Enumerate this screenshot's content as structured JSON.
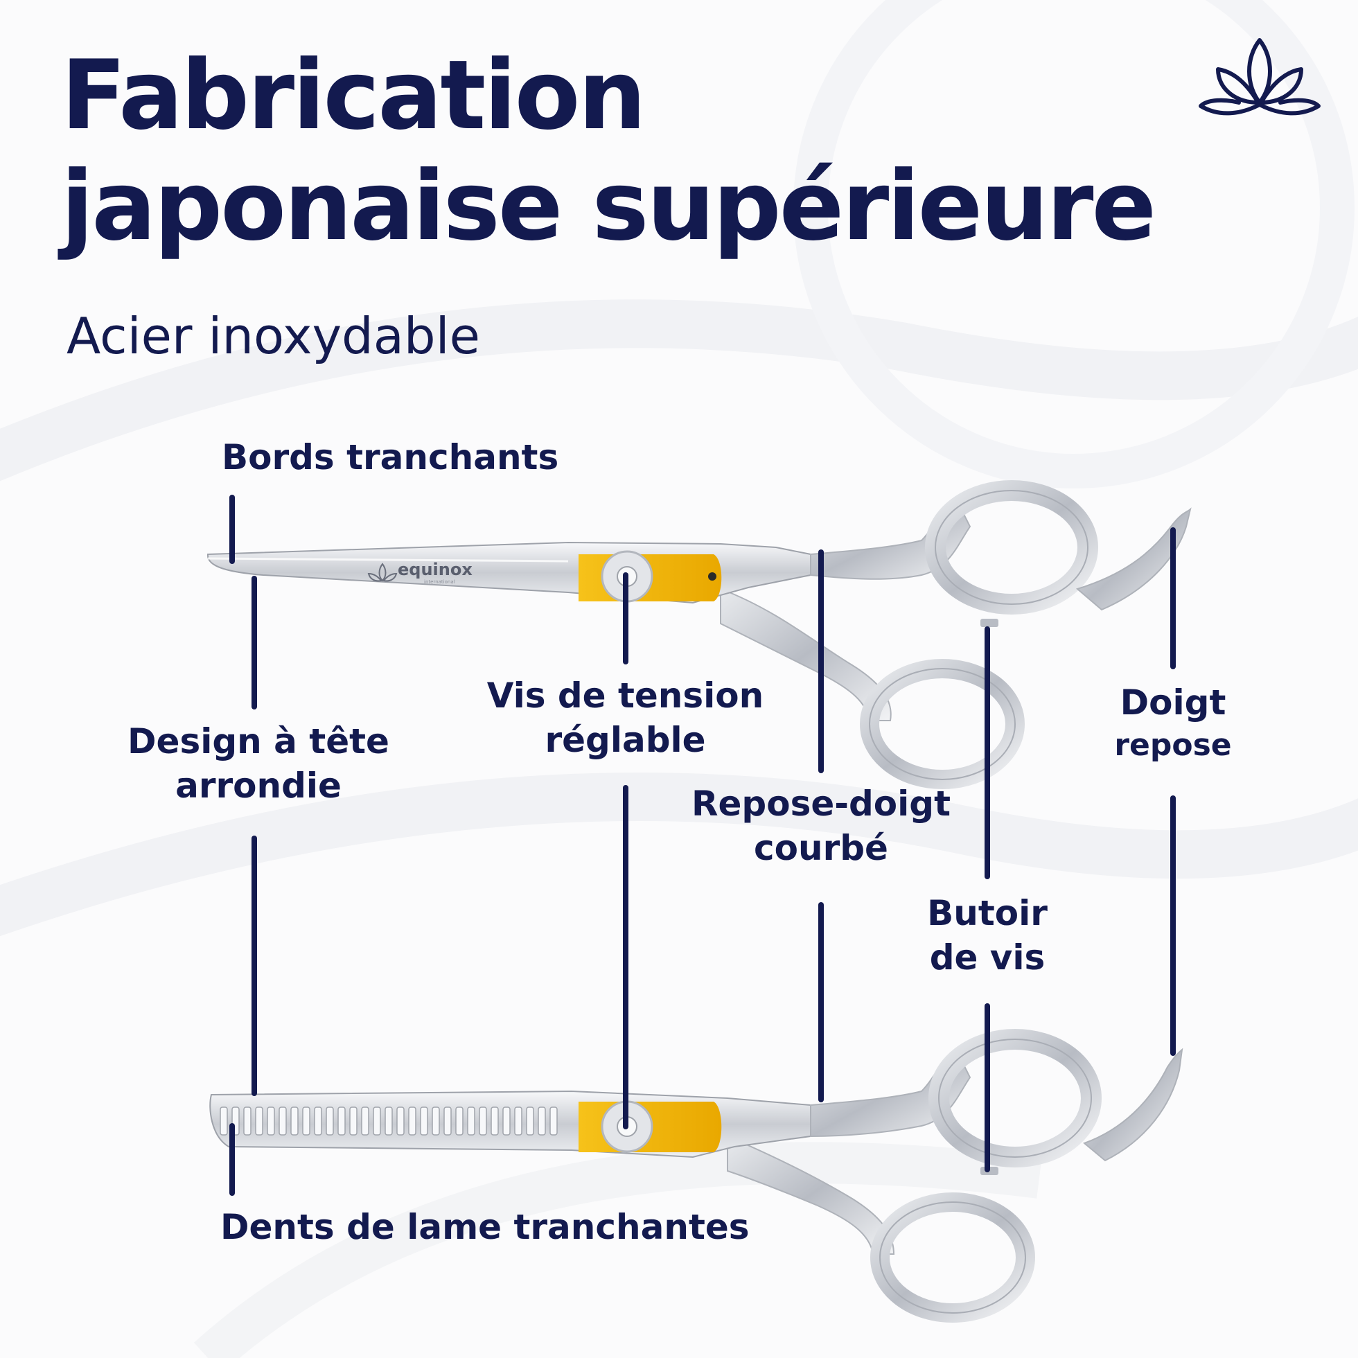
{
  "title_line1": "Fabrication",
  "title_line2": "japonaise supérieure",
  "subtitle": "Acier inoxydable",
  "brand": "equinox",
  "brand_sub": "international",
  "labels": {
    "sharp_edges": "Bords tranchants",
    "rounded_tip_1": "Design à tête",
    "rounded_tip_2": "arrondie",
    "tension_screw_1": "Vis de tension",
    "tension_screw_2": "réglable",
    "curved_rest_1": "Repose-doigt",
    "curved_rest_2": "courbé",
    "screw_stop_1": "Butoir",
    "screw_stop_2": "de vis",
    "finger_rest_1": "Doigt",
    "finger_rest_2": "repose",
    "blade_teeth": "Dents de lame tranchantes"
  },
  "colors": {
    "navy": "#131a4f",
    "gold": "#f2b90a",
    "steel": "#d4d7dc",
    "background": "#fbfbfc"
  },
  "icons": [
    "lotus-logo-icon",
    "lotus-small-icon"
  ]
}
